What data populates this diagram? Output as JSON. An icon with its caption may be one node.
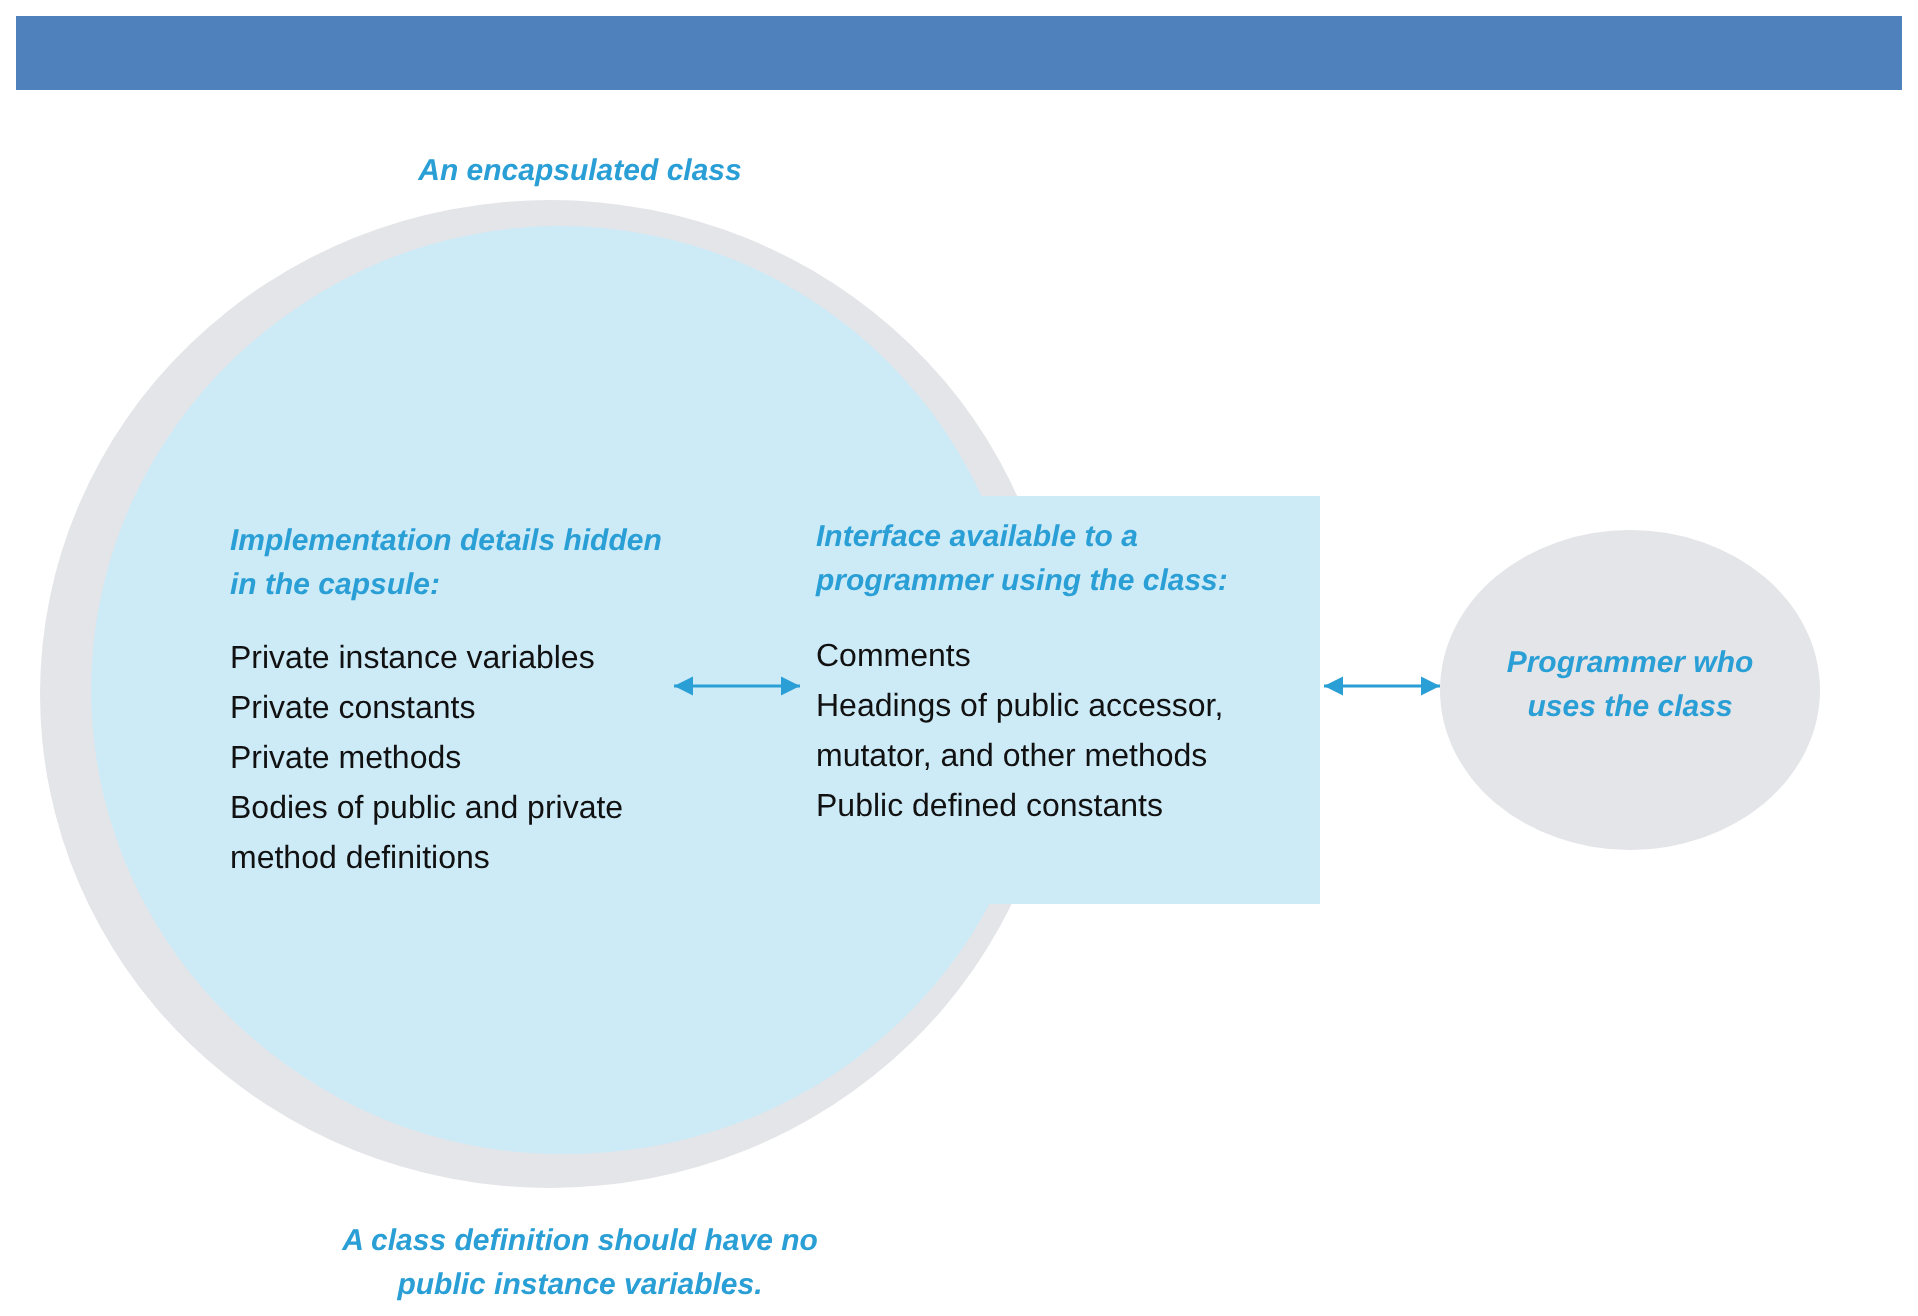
{
  "diagram": {
    "nodes": [
      {
        "text": [],
        "shape": "bar"
      },
      {
        "text": [
          "An encapsulated class"
        ]
      },
      {
        "text": [
          "Implementation details hidden in the capsule:",
          "Private instance variables",
          "Private constants",
          "Private methods",
          "Bodies of public and private method definitions"
        ],
        "in": 1
      },
      {
        "text": [
          "Interface available to a programmer using the class:",
          "Comments",
          "Headings of public accessor, mutator, and other methods",
          "Public defined constants"
        ],
        "in": 1
      },
      {
        "text": [
          "Programmer who uses the class"
        ]
      }
    ],
    "edges": [
      {
        "from": 2,
        "to": 3,
        "arrow": "both"
      },
      {
        "from": 3,
        "to": 4,
        "arrow": "both"
      }
    ],
    "labels": [
      "A class definition should have no public instance variables."
    ]
  }
}
